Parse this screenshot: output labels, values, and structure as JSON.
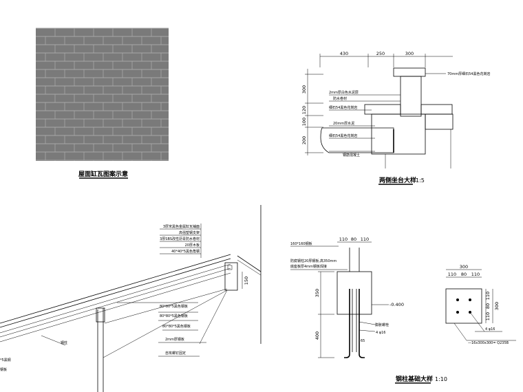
{
  "roof_tile": {
    "title": "屋面缸瓦图案示意",
    "fill_color": "#7a7a7a",
    "line_color": "#a8a8a8"
  },
  "bench_detail": {
    "title": "两侧坐台大样",
    "scale": "1:5",
    "dims_top": [
      "430",
      "250",
      "300"
    ],
    "dims_left": [
      "300",
      "120",
      "100",
      "200"
    ],
    "labels": [
      "70mm厚细石54黑色花岗岩",
      "2mm厚白色水泥层",
      "防水卷材",
      "细石54黑色花岗岩",
      "20mm厚水泥",
      "细石54黑色花岗岩",
      "钢筋混凝土"
    ]
  },
  "roof_section": {
    "callout_lines": [
      "3厚宋黑色金属缸瓦铺面",
      "高强塑钢支架",
      "3厚SBS改性沥青防水卷材",
      "20厚木板",
      "40*40*5黑色角钢"
    ],
    "dim_150": "150",
    "labels": [
      "80*80*5黑色钢板",
      "80*80*5黑色钢板",
      "80*80*5黑色钢板",
      "2mm厚钢板",
      "自攻螺钉固定",
      "钢柱"
    ],
    "left_labels": [
      "*5黑钢",
      "钢板"
    ]
  },
  "column_foundation": {
    "title": "钢柱基础大样",
    "scale": "1:10",
    "dims_top": [
      "110",
      "80",
      "110"
    ],
    "note_top": "160*160钢板",
    "notes": [
      "防腐钢柱20厚钢板,高350mm",
      "底座板厚4mm钢板焊接"
    ],
    "dims_left": [
      "350",
      "400"
    ],
    "elevation": "-0.400",
    "labels": [
      "膨胀螺栓",
      "4 φ16"
    ],
    "dim_65": "65"
  },
  "base_plate": {
    "dims_top_total": "300",
    "dims_top": [
      "110",
      "80",
      "110"
    ],
    "dims_right": [
      "110",
      "80",
      "110"
    ],
    "dim_right_total": "300",
    "anchor": "4 φ16",
    "plate": "—16x300x300= Q235B"
  }
}
